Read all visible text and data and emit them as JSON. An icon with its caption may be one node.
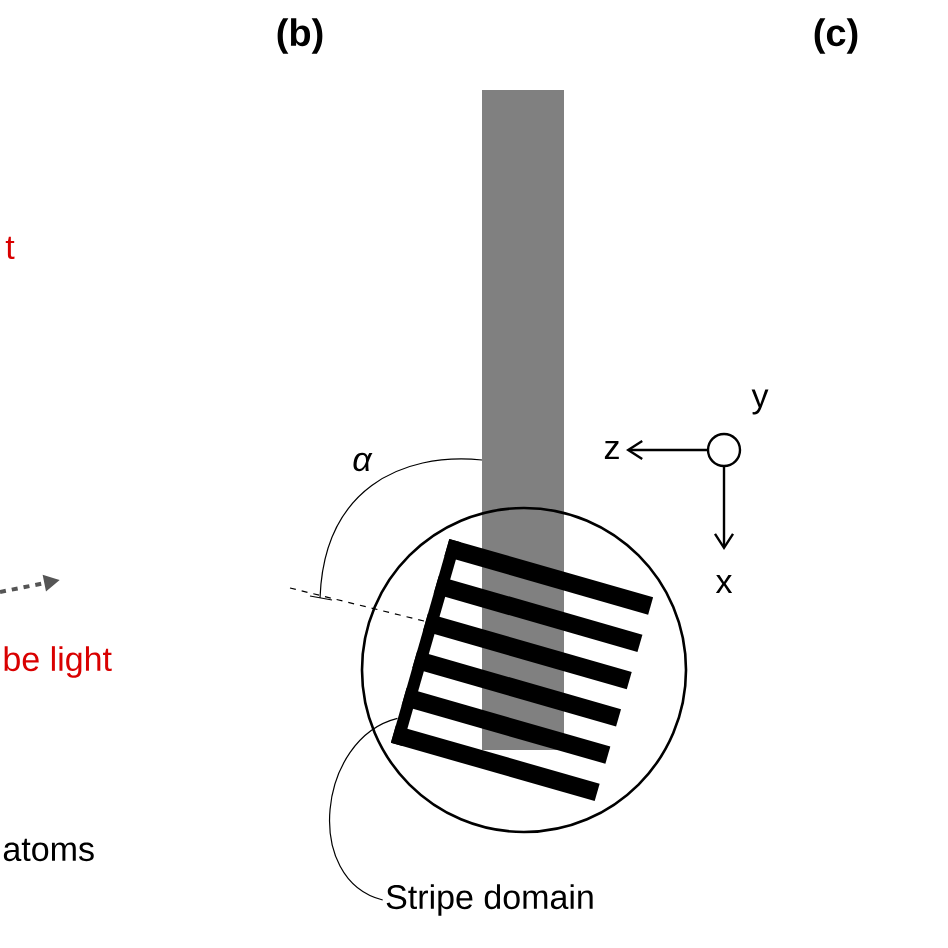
{
  "diagram": {
    "nodes": [
      {
        "text": [
          "Stripe domain"
        ]
      },
      {
        "text": [],
        "shape": "box"
      }
    ],
    "edges": [
      {
        "from": 0,
        "to": 1,
        "arrow": "none"
      }
    ],
    "labels": [
      "(b)",
      "(c)",
      "t",
      "α",
      "y",
      "z",
      "x",
      "be light",
      "atoms"
    ]
  }
}
